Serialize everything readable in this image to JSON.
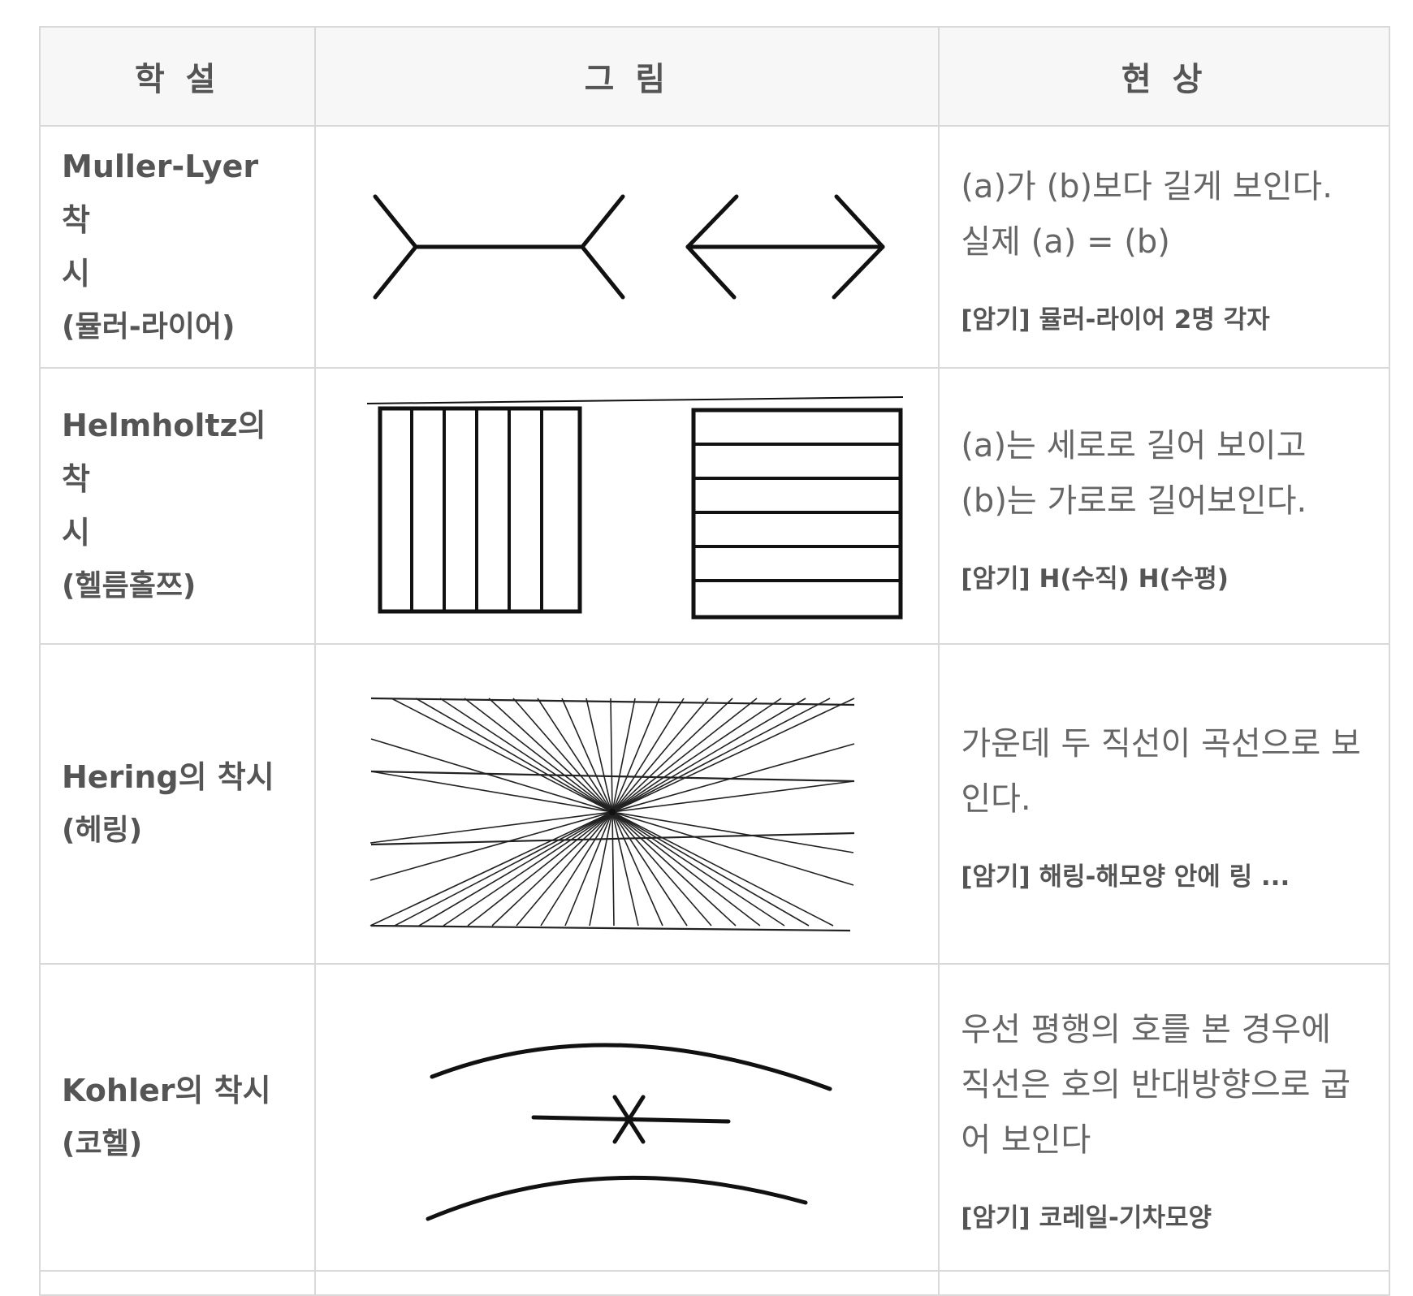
{
  "headers": {
    "theory": "학 설",
    "figure": "그 림",
    "phenomenon": "현 상"
  },
  "rows": [
    {
      "theory_line1": "Muller-Lyer 착",
      "theory_line2": "시",
      "theory_sub": "(뮬러-라이어)",
      "phenomenon": "(a)가 (b)보다 길게 보인다.\n실제 (a) = (b)",
      "mnemonic": "[암기] 뮬러-라이어 2명 각자",
      "figure_icon": "muller-lyer-figure"
    },
    {
      "theory_line1": "Helmholtz의 착",
      "theory_line2": "시",
      "theory_sub": "(헬름홀쯔)",
      "phenomenon": "(a)는 세로로 길어 보이고\n(b)는 가로로 길어보인다.",
      "mnemonic": "[암기] H(수직) H(수평)",
      "figure_icon": "helmholtz-figure"
    },
    {
      "theory_line1": "Hering의 착시",
      "theory_line2": "",
      "theory_sub": "(헤링)",
      "phenomenon": "가운데 두 직선이 곡선으로 보\n인다.",
      "mnemonic": "[암기] 해링-해모양 안에 링 ...",
      "figure_icon": "hering-figure"
    },
    {
      "theory_line1": "Kohler의 착시",
      "theory_line2": "",
      "theory_sub": "(코헬)",
      "phenomenon": "우선 평행의 호를 본 경우에\n직선은 호의 반대방향으로 굽\n어 보인다",
      "mnemonic": "[암기] 코레일-기차모양",
      "figure_icon": "kohler-figure"
    }
  ],
  "colors": {
    "border": "#d9d9d9",
    "header_bg": "#f7f7f7",
    "text": "#555555"
  }
}
